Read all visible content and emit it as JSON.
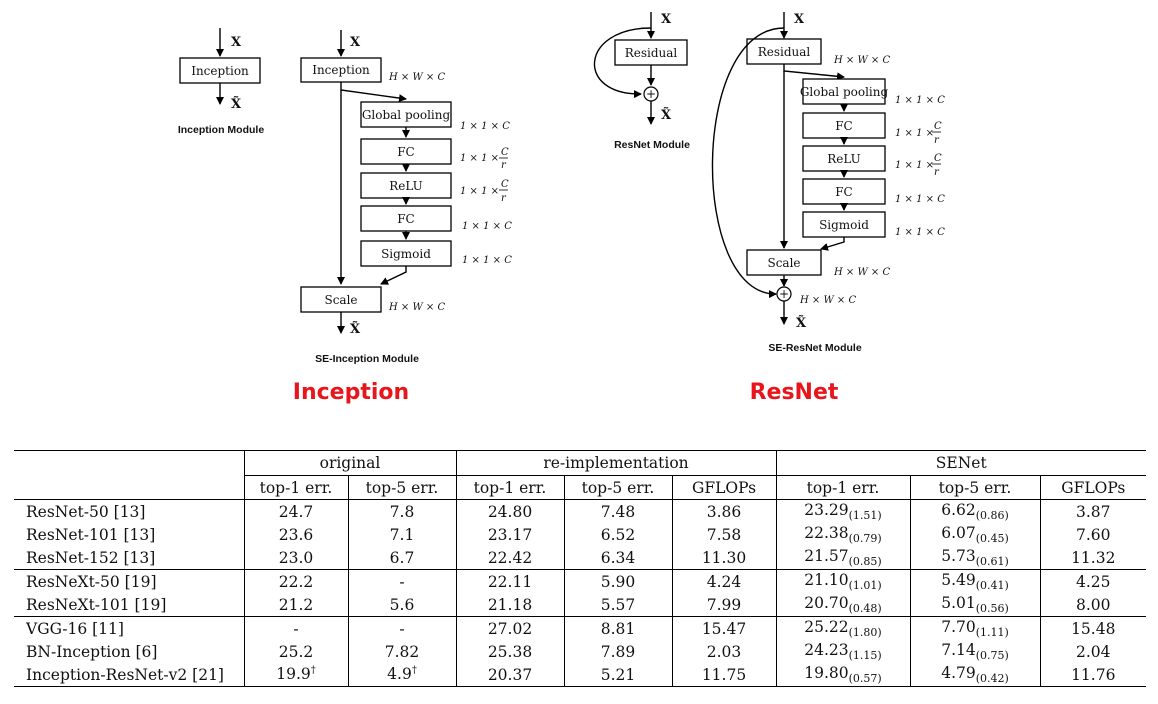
{
  "diagrams": {
    "inception": {
      "x_label": "X",
      "xt_label": "X̃",
      "plain_box": "Inception",
      "plain_caption": "Inception Module",
      "se_boxes": [
        "Inception",
        "Global pooling",
        "FC",
        "ReLU",
        "FC",
        "Sigmoid",
        "Scale"
      ],
      "se_caption": "SE-Inception Module",
      "title": "Inception"
    },
    "resnet": {
      "x_label": "X",
      "xt_label": "X̃",
      "plain_box": "Residual",
      "plain_caption": "ResNet Module",
      "se_boxes": [
        "Residual",
        "Global pooling",
        "FC",
        "ReLU",
        "FC",
        "Sigmoid",
        "Scale"
      ],
      "se_caption": "SE-ResNet Module",
      "title": "ResNet"
    },
    "dims": {
      "hwc": "H × W × C",
      "c11": "1 × 1 × C",
      "cr_prefix": "1 × 1 ×",
      "cr_num": "C",
      "cr_den": "r"
    },
    "plus_symbol": "+"
  },
  "table": {
    "group_headers": [
      "original",
      "re-implementation",
      "SENet"
    ],
    "sub_headers": [
      "top-1 err.",
      "top-5 err.",
      "top-1 err.",
      "top-5 err.",
      "GFLOPs",
      "top-1 err.",
      "top-5 err.",
      "GFLOPs"
    ],
    "dagger": "†",
    "rows": [
      {
        "name": "ResNet-50 [13]",
        "o1": "24.7",
        "o5": "7.8",
        "r1": "24.80",
        "r5": "7.48",
        "rg": "3.86",
        "s1": "23.29",
        "s1d": "(1.51)",
        "s5": "6.62",
        "s5d": "(0.86)",
        "sg": "3.87"
      },
      {
        "name": "ResNet-101 [13]",
        "o1": "23.6",
        "o5": "7.1",
        "r1": "23.17",
        "r5": "6.52",
        "rg": "7.58",
        "s1": "22.38",
        "s1d": "(0.79)",
        "s5": "6.07",
        "s5d": "(0.45)",
        "sg": "7.60"
      },
      {
        "name": "ResNet-152 [13]",
        "o1": "23.0",
        "o5": "6.7",
        "r1": "22.42",
        "r5": "6.34",
        "rg": "11.30",
        "s1": "21.57",
        "s1d": "(0.85)",
        "s5": "5.73",
        "s5d": "(0.61)",
        "sg": "11.32"
      },
      {
        "name": "ResNeXt-50 [19]",
        "o1": "22.2",
        "o5": "-",
        "r1": "22.11",
        "r5": "5.90",
        "rg": "4.24",
        "s1": "21.10",
        "s1d": "(1.01)",
        "s5": "5.49",
        "s5d": "(0.41)",
        "sg": "4.25"
      },
      {
        "name": "ResNeXt-101 [19]",
        "o1": "21.2",
        "o5": "5.6",
        "r1": "21.18",
        "r5": "5.57",
        "rg": "7.99",
        "s1": "20.70",
        "s1d": "(0.48)",
        "s5": "5.01",
        "s5d": "(0.56)",
        "sg": "8.00"
      },
      {
        "name": "VGG-16 [11]",
        "o1": "-",
        "o5": "-",
        "r1": "27.02",
        "r5": "8.81",
        "rg": "15.47",
        "s1": "25.22",
        "s1d": "(1.80)",
        "s5": "7.70",
        "s5d": "(1.11)",
        "sg": "15.48"
      },
      {
        "name": "BN-Inception [6]",
        "o1": "25.2",
        "o5": "7.82",
        "r1": "25.38",
        "r5": "7.89",
        "rg": "2.03",
        "s1": "24.23",
        "s1d": "(1.15)",
        "s5": "7.14",
        "s5d": "(0.75)",
        "sg": "2.04"
      },
      {
        "name": "Inception-ResNet-v2 [21]",
        "o1": "19.9",
        "o5": "4.9",
        "r1": "20.37",
        "r5": "5.21",
        "rg": "11.75",
        "s1": "19.80",
        "s1d": "(0.57)",
        "s5": "4.79",
        "s5d": "(0.42)",
        "sg": "11.76"
      }
    ]
  }
}
